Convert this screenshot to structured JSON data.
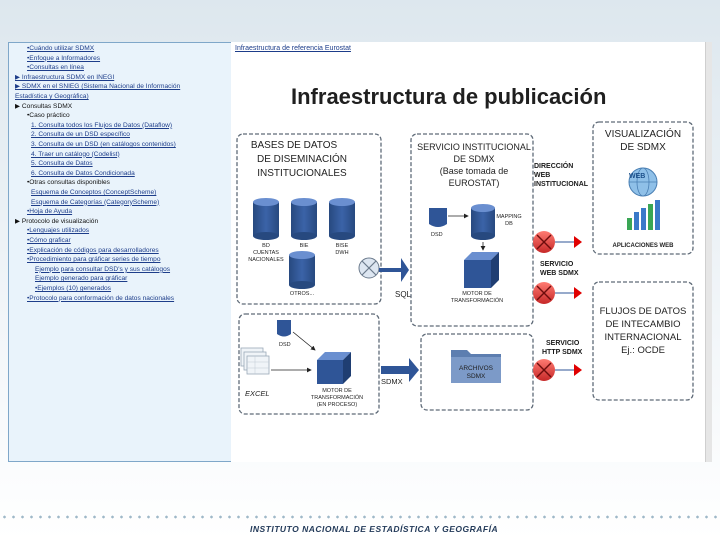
{
  "nav": {
    "items": [
      {
        "text": "•Cuándo utilizar SDMX",
        "indent": 14,
        "kind": "bullet"
      },
      {
        "text": "•Enfoque a Informadores",
        "indent": 14,
        "kind": "bullet"
      },
      {
        "text": "•Consultas en línea",
        "indent": 14,
        "kind": "bullet"
      },
      {
        "text": "▶ Infraestructura SDMX en INEGI",
        "indent": 2,
        "kind": "bullet"
      },
      {
        "text": "▶ SDMX en el SNIEG (Sistema Nacional de Información",
        "indent": 2,
        "kind": "bullet"
      },
      {
        "text": "Estadística y Geográfica)",
        "indent": 2,
        "kind": "bullet"
      },
      {
        "text": "▶ Consultas SDMX",
        "indent": 2,
        "kind": "section"
      },
      {
        "text": "•Caso práctico",
        "indent": 14,
        "kind": "section"
      },
      {
        "text": "1. Consulta todos los Flujos de Datos (Dataflow)",
        "indent": 18,
        "kind": "link"
      },
      {
        "text": "2. Consulta de un DSD específico",
        "indent": 18,
        "kind": "link"
      },
      {
        "text": "3. Consulta de un DSD (en catálogos contenidos)",
        "indent": 18,
        "kind": "link"
      },
      {
        "text": "4. Traer un catálogo (Codelist)",
        "indent": 18,
        "kind": "link"
      },
      {
        "text": "5. Consulta de Datos",
        "indent": 18,
        "kind": "link"
      },
      {
        "text": "6. Consulta de Datos Condicionada",
        "indent": 18,
        "kind": "link"
      },
      {
        "text": "•Otras consultas disponibles",
        "indent": 14,
        "kind": "section"
      },
      {
        "text": "Esquema de Conceptos (ConceptScheme)",
        "indent": 18,
        "kind": "link"
      },
      {
        "text": "Esquema de Categorías (CategoryScheme)",
        "indent": 18,
        "kind": "link"
      },
      {
        "text": "•Hoja de Ayuda",
        "indent": 14,
        "kind": "bullet"
      },
      {
        "text": "▶ Protocolo de visualización",
        "indent": 2,
        "kind": "section"
      },
      {
        "text": "•Lenguajes utilizados",
        "indent": 14,
        "kind": "link"
      },
      {
        "text": "•Cómo graficar",
        "indent": 14,
        "kind": "link"
      },
      {
        "text": "•Explicación de códigos para desarrolladores",
        "indent": 14,
        "kind": "link"
      },
      {
        "text": "•Procedimiento para gráficar series de tiempo",
        "indent": 14,
        "kind": "link"
      },
      {
        "text": "Ejemplo para consultar DSD's y sus catálogos",
        "indent": 22,
        "kind": "link"
      },
      {
        "text": "Ejemplo generado para gráficar",
        "indent": 22,
        "kind": "link"
      },
      {
        "text": "•Ejemplos (10) generados",
        "indent": 22,
        "kind": "link"
      },
      {
        "text": "•Protocolo para conformación de datos nacionales",
        "indent": 14,
        "kind": "link"
      }
    ]
  },
  "content": {
    "breadcrumb": "Infraestructura de referencia Eurostat",
    "scroll_color": "#e6e6e6"
  },
  "diagram": {
    "title": "Infraestructura de publicación",
    "bases": {
      "title_lines": [
        "BASES DE DATOS",
        "DE DISEMINACIÓN",
        "INSTITUCIONALES"
      ],
      "cylinders": [
        {
          "lines": [
            "BD",
            "CUENTAS",
            "NACIONALES"
          ]
        },
        {
          "lines": [
            "BIE"
          ]
        },
        {
          "lines": [
            "BISE",
            "DWH"
          ]
        },
        {
          "lines": [
            "OTROS..."
          ]
        }
      ]
    },
    "servicio": {
      "title_lines": [
        "SERVICIO INSTITUCIONAL",
        "DE SDMX",
        "(Base tomada de",
        "EUROSTAT)"
      ],
      "dsd_label": "DSD",
      "mapping_lines": [
        "MAPPING",
        "DB"
      ],
      "motor_lines": [
        "MOTOR DE",
        "TRANSFORMACIÓN"
      ],
      "direccion_lines": [
        "DIRECCIÓN",
        "WEB",
        "INSTITUCIONAL"
      ],
      "web_lines": [
        "SERVICIO",
        "WEB SDMX"
      ],
      "http_lines": [
        "SERVICIO",
        "HTTP SDMX"
      ]
    },
    "sql_label": "SQL",
    "sdmx_label": "SDMX",
    "excel": {
      "dsd_label": "DSD",
      "excel_label": "EXCEL",
      "motor_lines": [
        "MOTOR DE",
        "TRANSFORMACIÓN",
        "(EN PROCESO)"
      ]
    },
    "archivos_lines": [
      "ARCHIVOS",
      "SDMX"
    ],
    "visualizacion": {
      "title_lines": [
        "VISUALIZACIÓN",
        "DE SDMX"
      ],
      "app_label": "APLICACIONES WEB"
    },
    "flujos": {
      "lines": [
        "FLUJOS DE DATOS",
        "DE INTECAMBIO",
        "INTERNACIONAL",
        "Ej.: OCDE"
      ]
    },
    "colors": {
      "cylinder": "#2f5597",
      "cylinder_top": "#5b7fc7",
      "red_x": "#e53935",
      "arrow_red": "#e00000",
      "box_border": "#5f6b78"
    }
  },
  "footer": {
    "label": "INSTITUTO NACIONAL DE ESTADÍSTICA Y GEOGRAFÍA"
  }
}
